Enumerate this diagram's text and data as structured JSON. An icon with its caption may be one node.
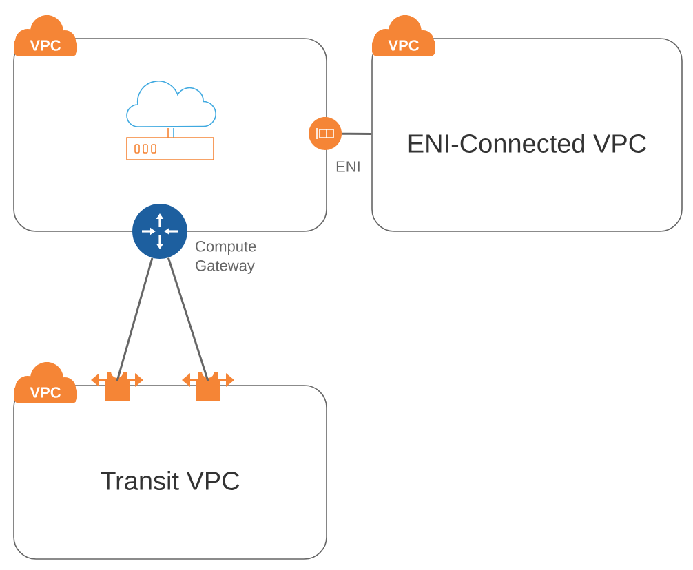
{
  "diagram": {
    "nodes": [
      {
        "text": [
          "VPC"
        ]
      },
      {
        "text": [
          "VPC",
          "ENI-Connected VPC"
        ]
      },
      {
        "text": [
          "VPC",
          "Transit VPC"
        ]
      },
      {
        "text": [],
        "shape": "circle",
        "beside": [
          "ENI"
        ]
      },
      {
        "text": [],
        "shape": "circle",
        "beside": [
          "Compute Gateway"
        ]
      },
      {
        "text": [],
        "shape": "lock"
      },
      {
        "text": [],
        "shape": "lock"
      }
    ],
    "edges": [
      {
        "from": 3,
        "to": 1,
        "arrow": "none"
      },
      {
        "from": 4,
        "to": 5,
        "arrow": "none"
      },
      {
        "from": 4,
        "to": 6,
        "arrow": "none"
      }
    ]
  }
}
